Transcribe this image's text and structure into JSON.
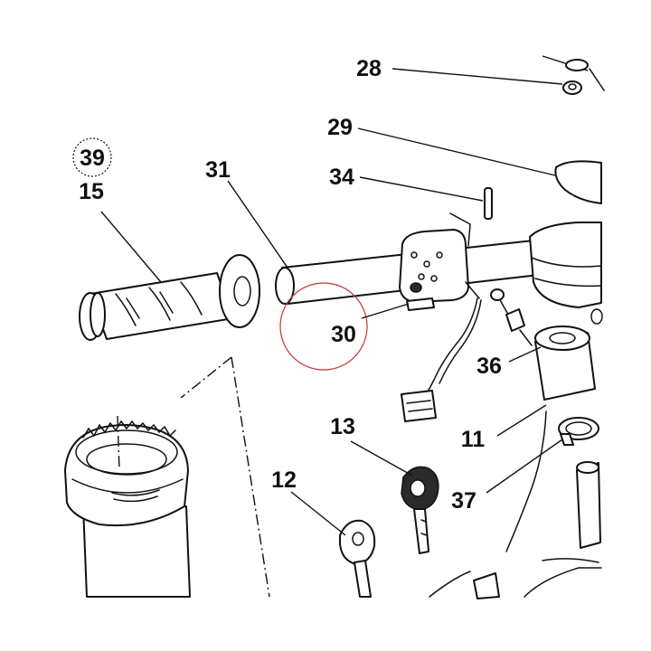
{
  "diagram": {
    "callouts": {
      "c28": "28",
      "c29": "29",
      "c39": "39",
      "c15": "15",
      "c31": "31",
      "c34": "34",
      "c30": "30",
      "c36": "36",
      "c13": "13",
      "c11": "11",
      "c12": "12",
      "c37": "37"
    },
    "colors": {
      "line": "#111111",
      "highlight_circle": "#c8323c",
      "background": "#ffffff"
    }
  }
}
